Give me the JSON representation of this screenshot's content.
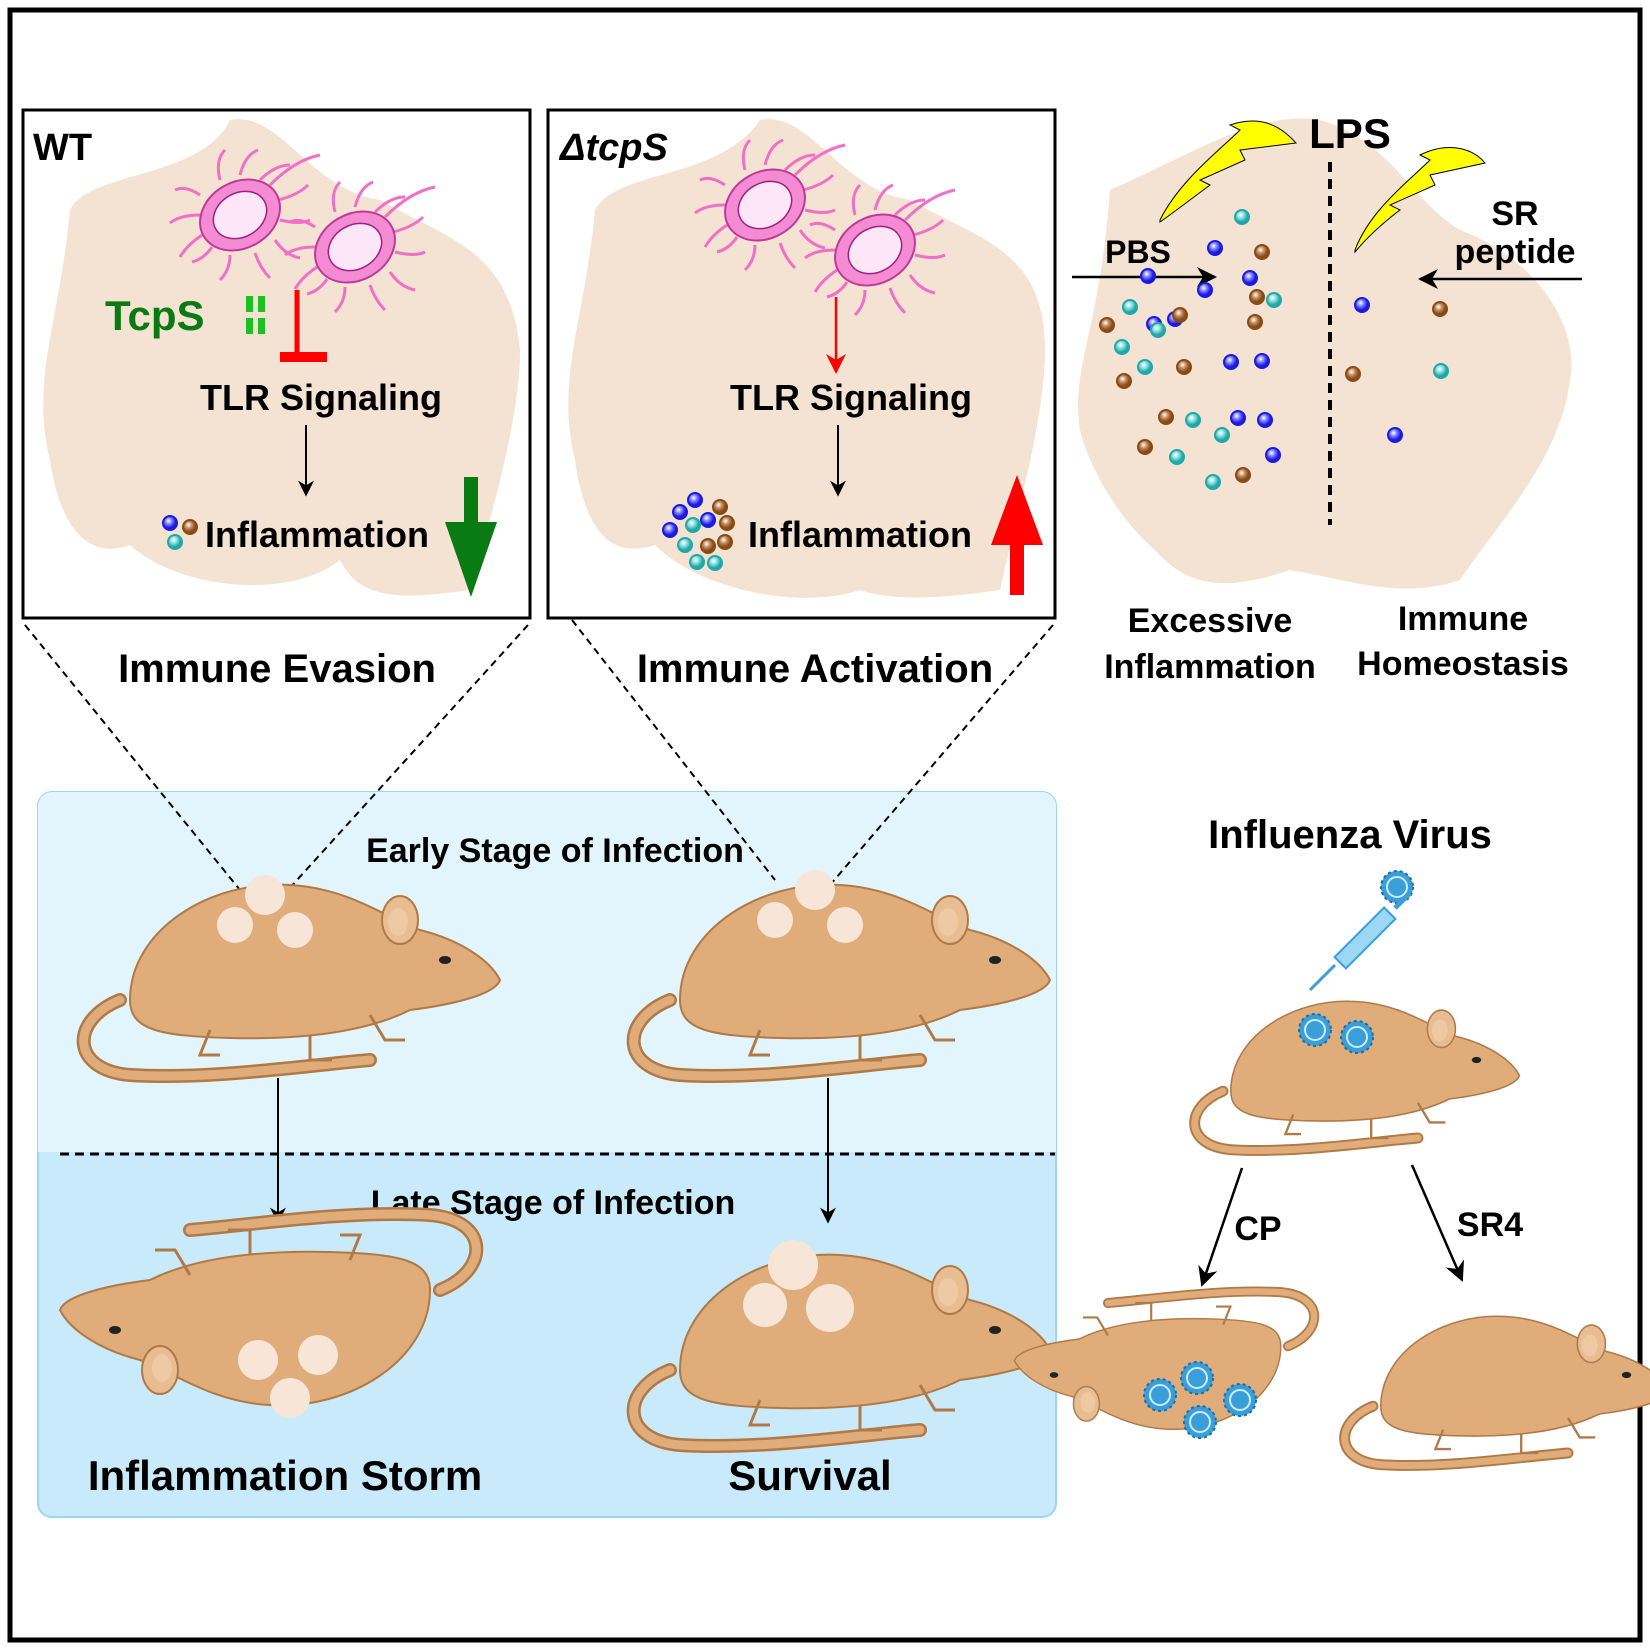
{
  "wt_panel": {
    "label": "WT",
    "tcps_label": "TcpS",
    "signaling": "TLR Signaling",
    "outcome": "Inflammation",
    "caption": "Immune Evasion"
  },
  "mutant_panel": {
    "label": "ΔtcpS",
    "signaling": "TLR Signaling",
    "outcome": "Inflammation",
    "caption": "Immune Activation"
  },
  "lps_panel": {
    "title": "LPS",
    "left_treatment": "PBS",
    "right_treatment_line1": "SR",
    "right_treatment_line2": "peptide",
    "left_caption_line1": "Excessive",
    "left_caption_line2": "Inflammation",
    "right_caption_line1": "Immune",
    "right_caption_line2": "Homeostasis"
  },
  "infection_panel": {
    "early_label": "Early Stage of Infection",
    "late_label": "Late Stage of Infection",
    "wt_outcome": "Inflammation Storm",
    "mutant_outcome": "Survival"
  },
  "influenza_panel": {
    "title": "Influenza Virus",
    "left_treatment": "CP",
    "right_treatment": "SR4"
  },
  "colors": {
    "cell": "#f4e2d2",
    "mouse": "#dfac7a",
    "mouse_outline": "#b07a48",
    "bacteria": "#f070c8",
    "tcps_green": "#0a7a12",
    "inhibit_red": "#ff0000",
    "down_arrow": "#0a7a12",
    "up_arrow": "#ff0000",
    "cytokine_blue": "#1a1ae0",
    "cytokine_brown": "#8a4a14",
    "cytokine_teal": "#20a8a8",
    "lightning": "#ffff00",
    "panel_early": "#e3f5fc",
    "panel_late": "#c9eafa",
    "virus": "#3a9fd8"
  }
}
